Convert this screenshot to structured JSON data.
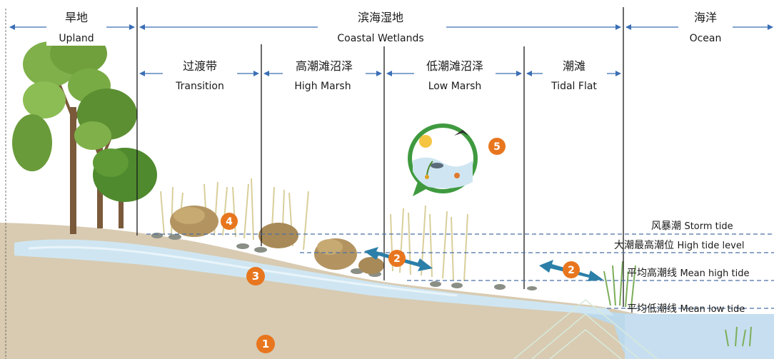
{
  "zones": {
    "upland": {
      "zh": "旱地",
      "en": "Upland"
    },
    "coastal": {
      "zh": "滨海湿地",
      "en": "Coastal Wetlands"
    },
    "ocean": {
      "zh": "海洋",
      "en": "Ocean"
    }
  },
  "subzones": {
    "transition": {
      "zh": "过渡带",
      "en": "Transition"
    },
    "high_marsh": {
      "zh": "高潮滩沼泽",
      "en": "High Marsh"
    },
    "low_marsh": {
      "zh": "低潮滩沼泽",
      "en": "Low Marsh"
    },
    "tidal_flat": {
      "zh": "潮滩",
      "en": "Tidal Flat"
    }
  },
  "levels": {
    "storm": {
      "zh": "风暴潮",
      "en": "Storm tide"
    },
    "high_tide": {
      "zh": "大潮最高潮位",
      "en": "High tide level"
    },
    "mean_high": {
      "zh": "平均高潮线",
      "en": "Mean high tide"
    },
    "mean_low": {
      "zh": "平均低潮线",
      "en": "Mean low tide"
    }
  },
  "markers": {
    "m1": "1",
    "m2": "2",
    "m3": "3",
    "m4": "4",
    "m5": "5"
  },
  "colors": {
    "arrow_blue": "#3b6fb5",
    "marker_orange": "#e8761e",
    "ground": "#d8cbb2",
    "water": "#cfe6f2",
    "ocean": "#bcd9ec",
    "tree_green": "#6fa03c",
    "dashed_line": "#4a6fa5",
    "exchange_arrow": "#2b7fa8"
  }
}
